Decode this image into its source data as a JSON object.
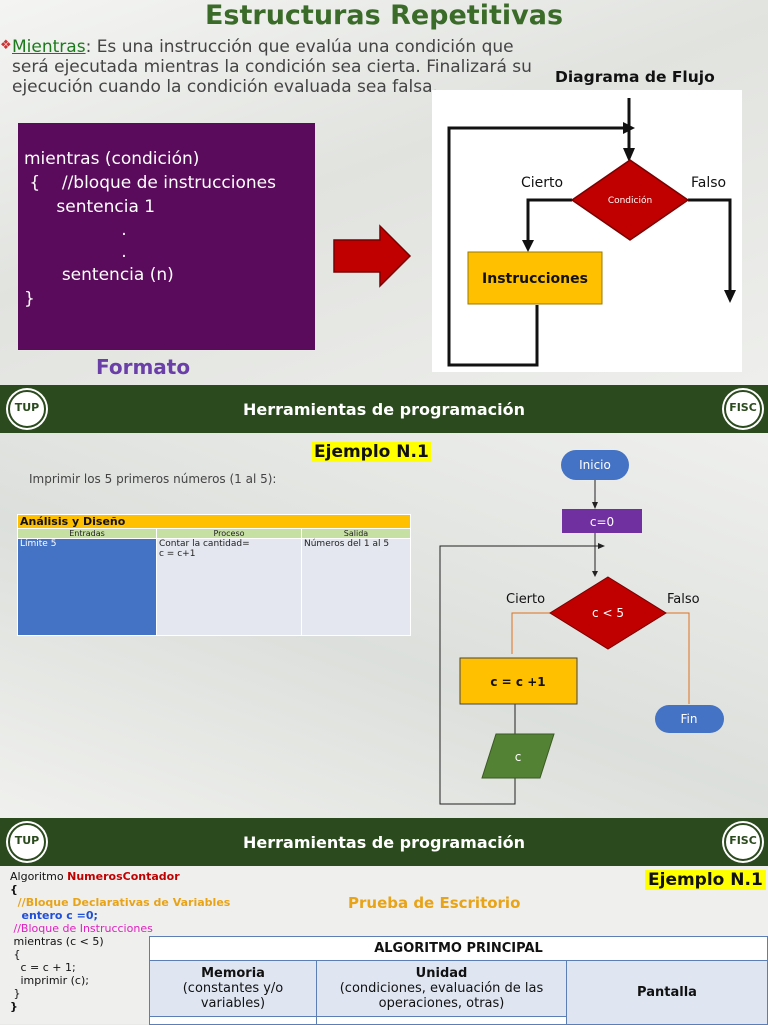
{
  "slide1": {
    "title": "Estructuras Repetitivas",
    "intro_keyword": "Mientras",
    "intro_text": ": Es una instrucción que evalúa una condición que será ejecutada mientras la condición sea cierta. Finalizará su ejecución cuando la condición evaluada sea falsa.",
    "code_lines": [
      "mientras (condición)",
      " {    //bloque de instrucciones",
      "      sentencia 1",
      "                  .",
      "                  .",
      "       sentencia (n)",
      "}"
    ],
    "format_label": "Formato",
    "diagram_label": "Diagrama de Flujo",
    "flow": {
      "cierto": "Cierto",
      "falso": "Falso",
      "condicion": "Condición",
      "instrucciones": "Instrucciones"
    }
  },
  "header": {
    "title": "Herramientas de programación",
    "logo_left": "TUP",
    "logo_right": "FISC"
  },
  "slide2": {
    "example_label": "Ejemplo N.1",
    "description": "Imprimir los 5 primeros números (1 al 5):",
    "analysis": {
      "title": "Análisis y Diseño",
      "headers": [
        "Entradas",
        "Proceso",
        "Salida"
      ],
      "row": [
        "Límite 5",
        "Contar la cantidad=\nc = c+1",
        "Números del 1 al 5"
      ]
    },
    "flow": {
      "inicio": "Inicio",
      "init": "c=0",
      "cond": "c < 5",
      "cierto": "Cierto",
      "falso": "Falso",
      "incr": "c = c +1",
      "out": "c",
      "fin": "Fin"
    }
  },
  "slide3": {
    "example_label": "Ejemplo N.1",
    "prueba": "Prueba de Escritorio",
    "algorithm": {
      "line1_prefix": "Algoritmo ",
      "line1_name": "NumerosContador",
      "open": "{",
      "decl_comment": "  //Bloque Declarativas de Variables",
      "decl": "   entero c =0;",
      "instr_comment": " //Bloque de Instrucciones",
      "loop": [
        " mientras (c < 5)",
        " {",
        "   c = c + 1;",
        "   imprimir (c);",
        " }"
      ],
      "close": "}"
    },
    "table": {
      "title": "ALGORITMO PRINCIPAL",
      "memoria": "Memoria",
      "memoria_sub": "(constantes y/o variables)",
      "unidad": "Unidad",
      "unidad_sub": "(condiciones, evaluación de las operaciones, otras)",
      "pantalla": "Pantalla"
    }
  },
  "colors": {
    "band": "#2b4a1e",
    "code_bg": "#5b0b5b",
    "arrow": "#c00000",
    "decision": "#c00000",
    "process": "#ffc000",
    "init": "#7030a0",
    "terminal": "#4472c4",
    "output": "#548235",
    "highlight": "#ffff00"
  }
}
